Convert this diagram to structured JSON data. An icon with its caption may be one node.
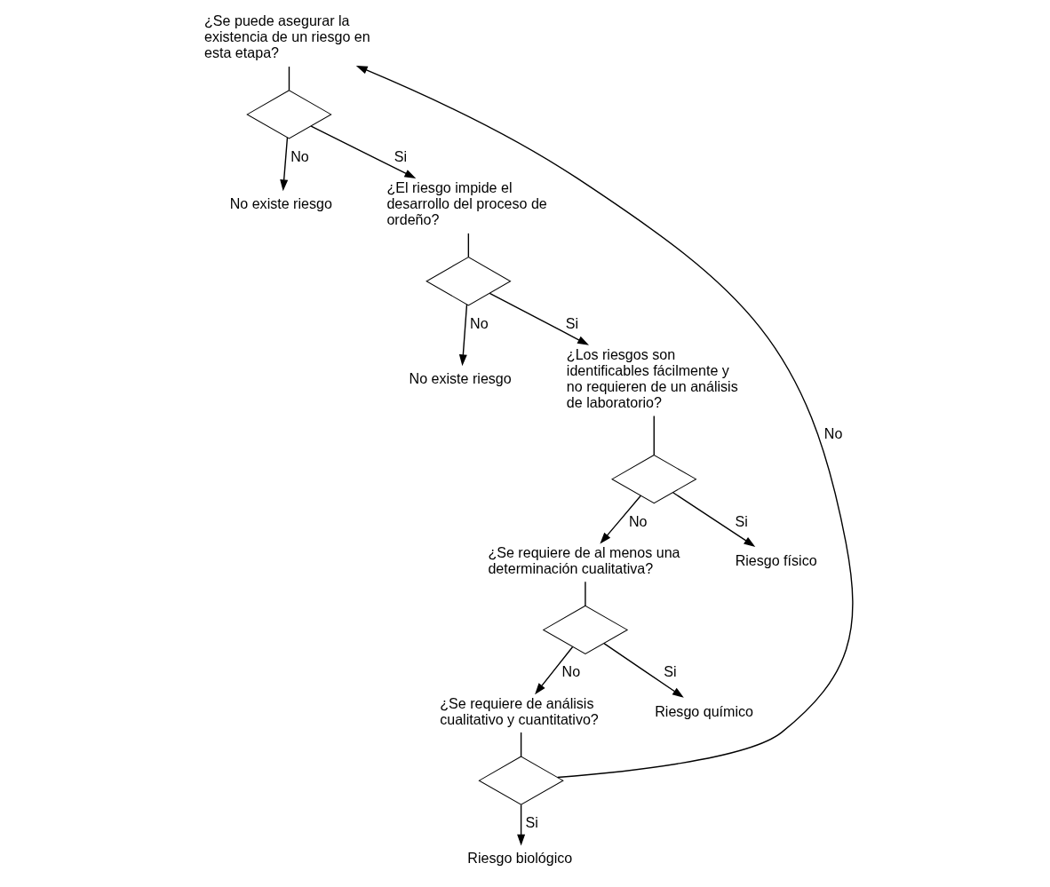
{
  "diagram": {
    "nodes": [
      {
        "text": [
          "¿Se puede asegurar la existencia de un riesgo en esta etapa?"
        ]
      },
      {
        "text": [],
        "shape": "diamond"
      },
      {
        "text": [
          "No existe riesgo"
        ]
      },
      {
        "text": [
          "¿El riesgo impide el desarrollo del proceso de ordeño?"
        ]
      },
      {
        "text": [],
        "shape": "diamond"
      },
      {
        "text": [
          "No existe riesgo"
        ]
      },
      {
        "text": [
          "¿Los riesgos son identificables fácilmente y no requieren de un análisis de laboratorio?"
        ]
      },
      {
        "text": [],
        "shape": "diamond"
      },
      {
        "text": [
          "¿Se requiere de al menos una determinación cualitativa?"
        ]
      },
      {
        "text": [
          "Riesgo físico"
        ]
      },
      {
        "text": [],
        "shape": "diamond"
      },
      {
        "text": [
          "¿Se requiere de análisis cualitativo y cuantitativo?"
        ]
      },
      {
        "text": [
          "Riesgo químico"
        ]
      },
      {
        "text": [],
        "shape": "diamond"
      },
      {
        "text": [
          "Riesgo biológico"
        ]
      }
    ],
    "edges": [
      {
        "from": 0,
        "to": 1,
        "arrow": "none"
      },
      {
        "from": 1,
        "to": 2,
        "arrow": "to",
        "label": "No"
      },
      {
        "from": 1,
        "to": 3,
        "arrow": "to",
        "label": "Si"
      },
      {
        "from": 3,
        "to": 4,
        "arrow": "none"
      },
      {
        "from": 4,
        "to": 5,
        "arrow": "to",
        "label": "No"
      },
      {
        "from": 4,
        "to": 6,
        "arrow": "to",
        "label": "Si"
      },
      {
        "from": 6,
        "to": 7,
        "arrow": "none"
      },
      {
        "from": 7,
        "to": 8,
        "arrow": "to",
        "label": "No"
      },
      {
        "from": 7,
        "to": 9,
        "arrow": "to",
        "label": "Si"
      },
      {
        "from": 8,
        "to": 10,
        "arrow": "none"
      },
      {
        "from": 10,
        "to": 11,
        "arrow": "to",
        "label": "No"
      },
      {
        "from": 10,
        "to": 12,
        "arrow": "to",
        "label": "Si"
      },
      {
        "from": 11,
        "to": 13,
        "arrow": "none"
      },
      {
        "from": 13,
        "to": 14,
        "arrow": "to",
        "label": "Si"
      },
      {
        "from": 13,
        "to": 0,
        "arrow": "to",
        "label": "No"
      }
    ]
  }
}
